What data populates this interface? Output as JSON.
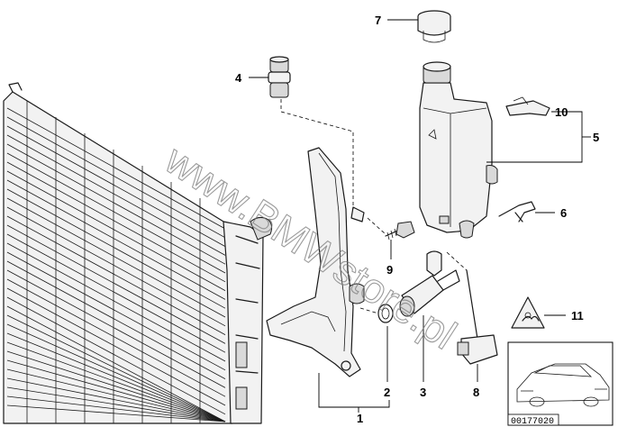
{
  "watermark": "www.BMWstore.pl",
  "reference_number": "00177020",
  "callouts": [
    "1",
    "2",
    "3",
    "4",
    "5",
    "6",
    "7",
    "8",
    "9",
    "10",
    "11"
  ]
}
